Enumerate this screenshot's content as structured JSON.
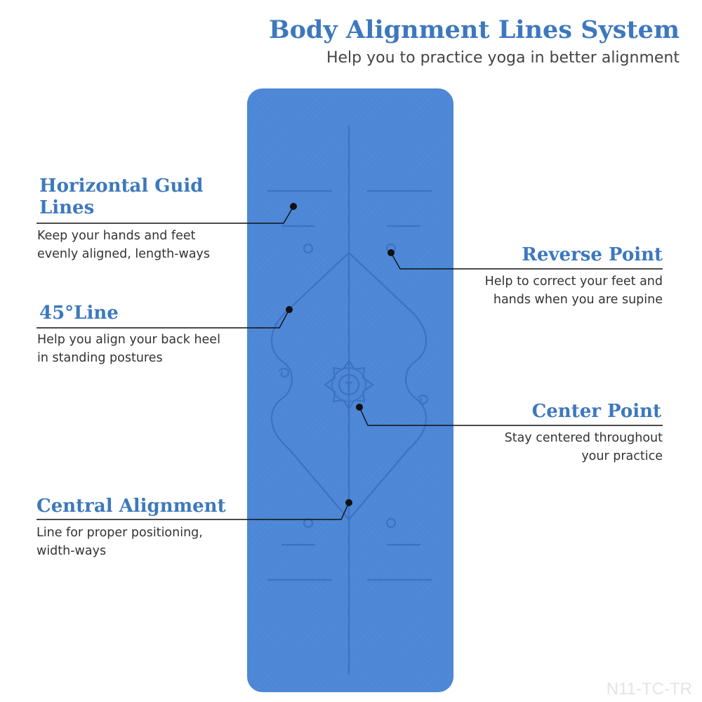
{
  "header": {
    "title": "Body Alignment Lines System",
    "subtitle": "Help you to practice yoga in better alignment"
  },
  "features": {
    "horizontal": {
      "title_line1": "Horizontal Guid",
      "title_line2": "Lines",
      "desc_line1": "Keep your hands and feet",
      "desc_line2": "evenly aligned, length-ways"
    },
    "line45": {
      "title": "45°Line",
      "desc_line1": "Help you align your back heel",
      "desc_line2": "in standing postures"
    },
    "central": {
      "title": "Central Alignment",
      "desc_line1": "Line for proper positioning,",
      "desc_line2": "width-ways"
    },
    "reverse": {
      "title": "Reverse Point",
      "desc_line1": "Help to correct your feet and",
      "desc_line2": "hands when you are supine"
    },
    "center": {
      "title": "Center Point",
      "desc_line1": "Stay centered throughout",
      "desc_line2": "your practice"
    }
  },
  "mat": {
    "color": "#4d87d6",
    "line_color": "#3d72c2",
    "accent_text_color": "#3d78bd",
    "mandala_letter": "T"
  },
  "watermark": "N11-TC-TR"
}
